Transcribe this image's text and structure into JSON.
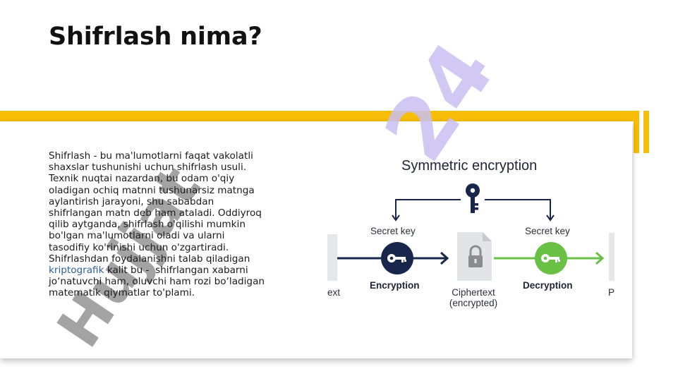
{
  "slide": {
    "title": "Shifrlash nima?",
    "body_lines": [
      "Shifrlash - bu ma'lumotlarni faqat vakolatli",
      "shaxslar tushunishi uchun shifrlash usuli.",
      "Texnik nuqtai nazardan, bu odam o'qiy",
      "oladigan ochiq matnni tushunarsiz matnga",
      "aylantirish jarayoni, shu sababdan",
      "shifrlangan matn deb ham ataladi. Oddiyroq",
      "qilib aytganda, shifrlash o'qilishi mumkin",
      "bo'lgan ma'lumotlarni oladi va ularni",
      "tasodifiy ko'rinishi uchun o'zgartiradi.",
      "Shifrlashdan foydalanishni talab qiladigan"
    ],
    "link_text": "kriptografik",
    "after_link": " kalit bu -  shifrlangan xabarni",
    "tail_lines": [
      "jo‘natuvchi ham, oluvchi ham rozi bo‘ladigan",
      "matematik qiymatlar to'plami."
    ]
  },
  "diagram": {
    "title": "Symmetric encryption",
    "secret_key_left": "Secret key",
    "secret_key_right": "Secret key",
    "encryption": "Encryption",
    "decryption": "Decryption",
    "ciphertext": "Ciphertext",
    "ciphertext_sub": "(encrypted)",
    "left_cut": "ext",
    "right_cut": "P"
  },
  "watermark": {
    "part1": "Hujjat",
    "part2": "24"
  },
  "colors": {
    "accent_yellow": "#f7bd07",
    "navy": "#17264a",
    "green": "#6abf45",
    "watermark_gray": "#9a9a9a",
    "watermark_purple": "#c9c0f2"
  }
}
